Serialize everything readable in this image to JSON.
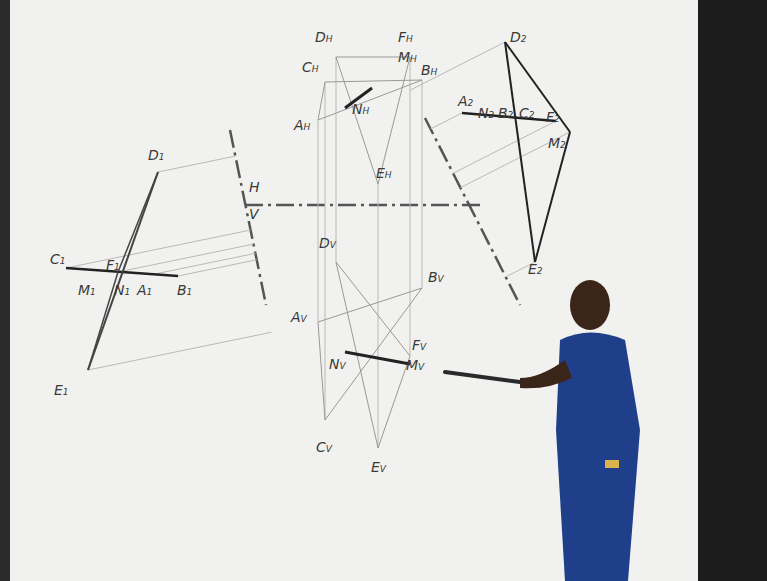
{
  "diagram": {
    "labels": [
      "DH",
      "FH",
      "CH",
      "MH",
      "BH",
      "NH",
      "AH",
      "EH",
      "H",
      "V",
      "DV",
      "BV",
      "AV",
      "NV",
      "FV",
      "MV",
      "CV",
      "EV",
      "D1",
      "C1",
      "F1",
      "M1",
      "N1",
      "A1",
      "B1",
      "E1",
      "D2",
      "A2",
      "N2",
      "B2",
      "C2",
      "F2",
      "M2",
      "E2"
    ]
  }
}
